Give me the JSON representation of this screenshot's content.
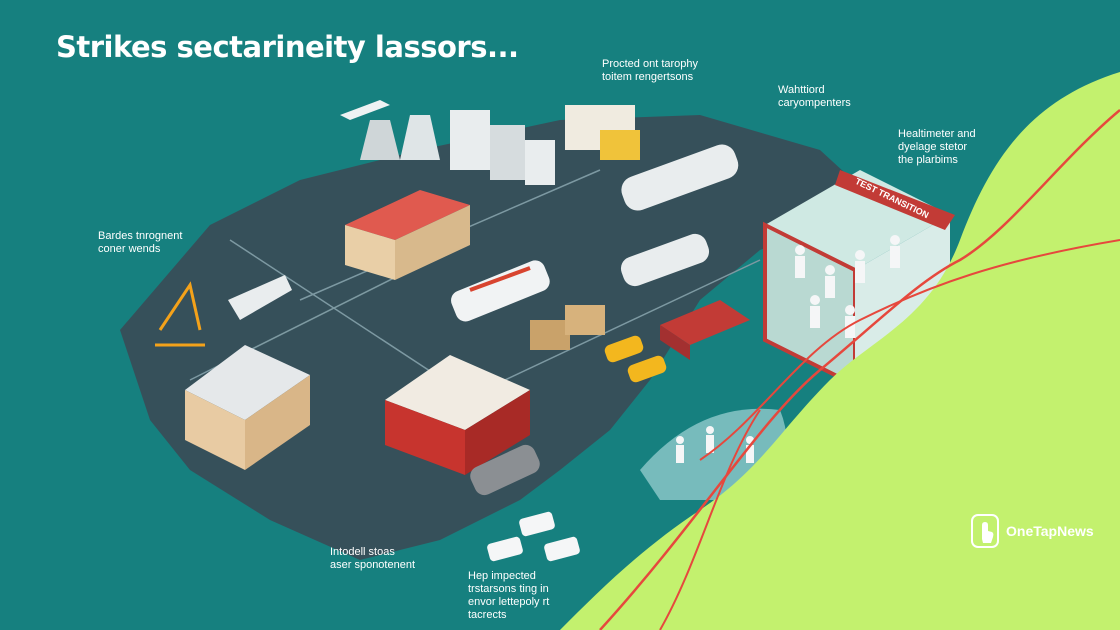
{
  "headline": "Strikes sectarineity lassors...",
  "callouts": {
    "top_center": "Procted ont tarophy\ntoitem rengertsons",
    "top_right": "Wahttiord\ncaryompenters",
    "right": "Healtimeter and\ndyelage stetor\nthe plarbims",
    "left": "Bardes tnrognent\nconer wends",
    "bottom_left": "Intodell stoas\naser sponotenent",
    "bottom_center": "Hep impected\ntrstarsons ting in\nenvor lettepoly rt\ntacrects"
  },
  "building_sign": "TEST TRANSITION",
  "brand": {
    "name": "OneTapNews"
  },
  "colors": {
    "background": "#16807f",
    "road": "#36505a",
    "accent_green": "#c3f16e",
    "curve_red": "#e6483d"
  }
}
